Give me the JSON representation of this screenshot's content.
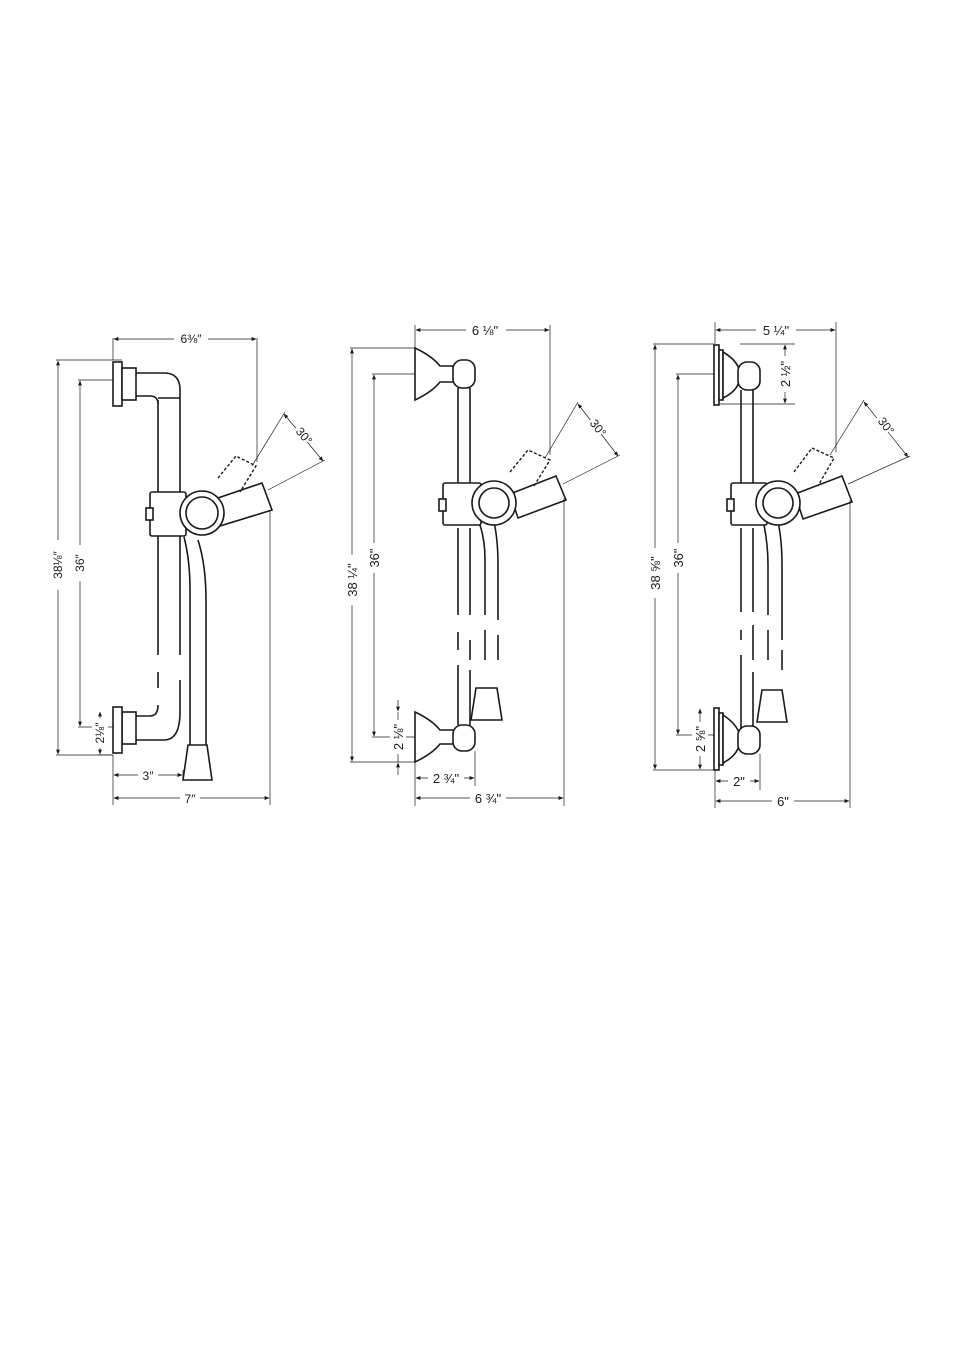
{
  "diagrams": [
    {
      "width_top": "6⅜″",
      "angle": "30°",
      "height_overall": "38⅛″",
      "height_centers": "36″",
      "base": "2⅛″",
      "projection": "3″",
      "width_bottom": "7″"
    },
    {
      "width_top": "6 ⅛\"",
      "angle": "30°",
      "height_overall": "38 ¼\"",
      "height_centers": "36\"",
      "base": "2 ⅛\"",
      "projection": "2 ¾\"",
      "width_bottom": "6 ¾\""
    },
    {
      "width_top": "5 ¼\"",
      "top_bracket": "2 ½\"",
      "angle": "30°",
      "height_overall": "38 ⅝\"",
      "height_centers": "36\"",
      "base": "2 ⅝\"",
      "projection": "2\"",
      "width_bottom": "6\""
    }
  ]
}
